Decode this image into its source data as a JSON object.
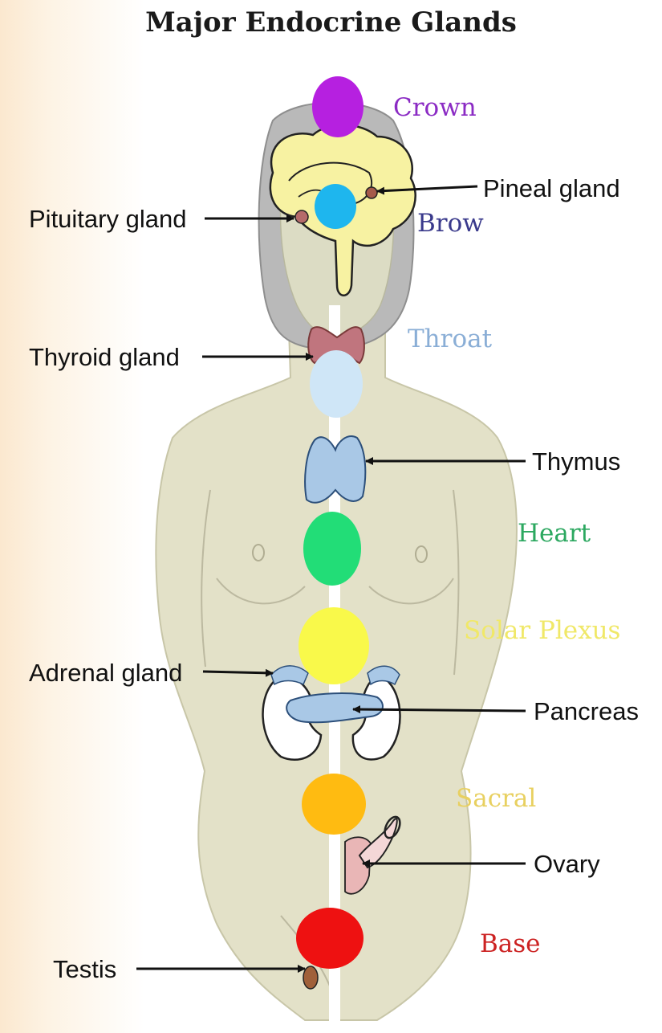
{
  "title": "Major Endocrine Glands",
  "chakras": [
    {
      "name": "Crown",
      "color": "#b620e0",
      "label_color": "#8b2bc4"
    },
    {
      "name": "Brow",
      "color": "#1eb6ee",
      "label_color": "#3a3a8c"
    },
    {
      "name": "Throat",
      "color": "#cfe6f7",
      "label_color": "#8aaed6"
    },
    {
      "name": "Heart",
      "color": "#22dd77",
      "label_color": "#2ca860"
    },
    {
      "name": "Solar Plexus",
      "color": "#f9f94a",
      "label_color": "#f0e868"
    },
    {
      "name": "Sacral",
      "color": "#ffbb11",
      "label_color": "#e8d060"
    },
    {
      "name": "Base",
      "color": "#ee1111",
      "label_color": "#cc2222"
    }
  ],
  "glands": [
    {
      "name": "Pineal gland"
    },
    {
      "name": "Pituitary gland"
    },
    {
      "name": "Thyroid gland"
    },
    {
      "name": "Thymus"
    },
    {
      "name": "Adrenal gland"
    },
    {
      "name": "Pancreas"
    },
    {
      "name": "Ovary"
    },
    {
      "name": "Testis"
    }
  ]
}
